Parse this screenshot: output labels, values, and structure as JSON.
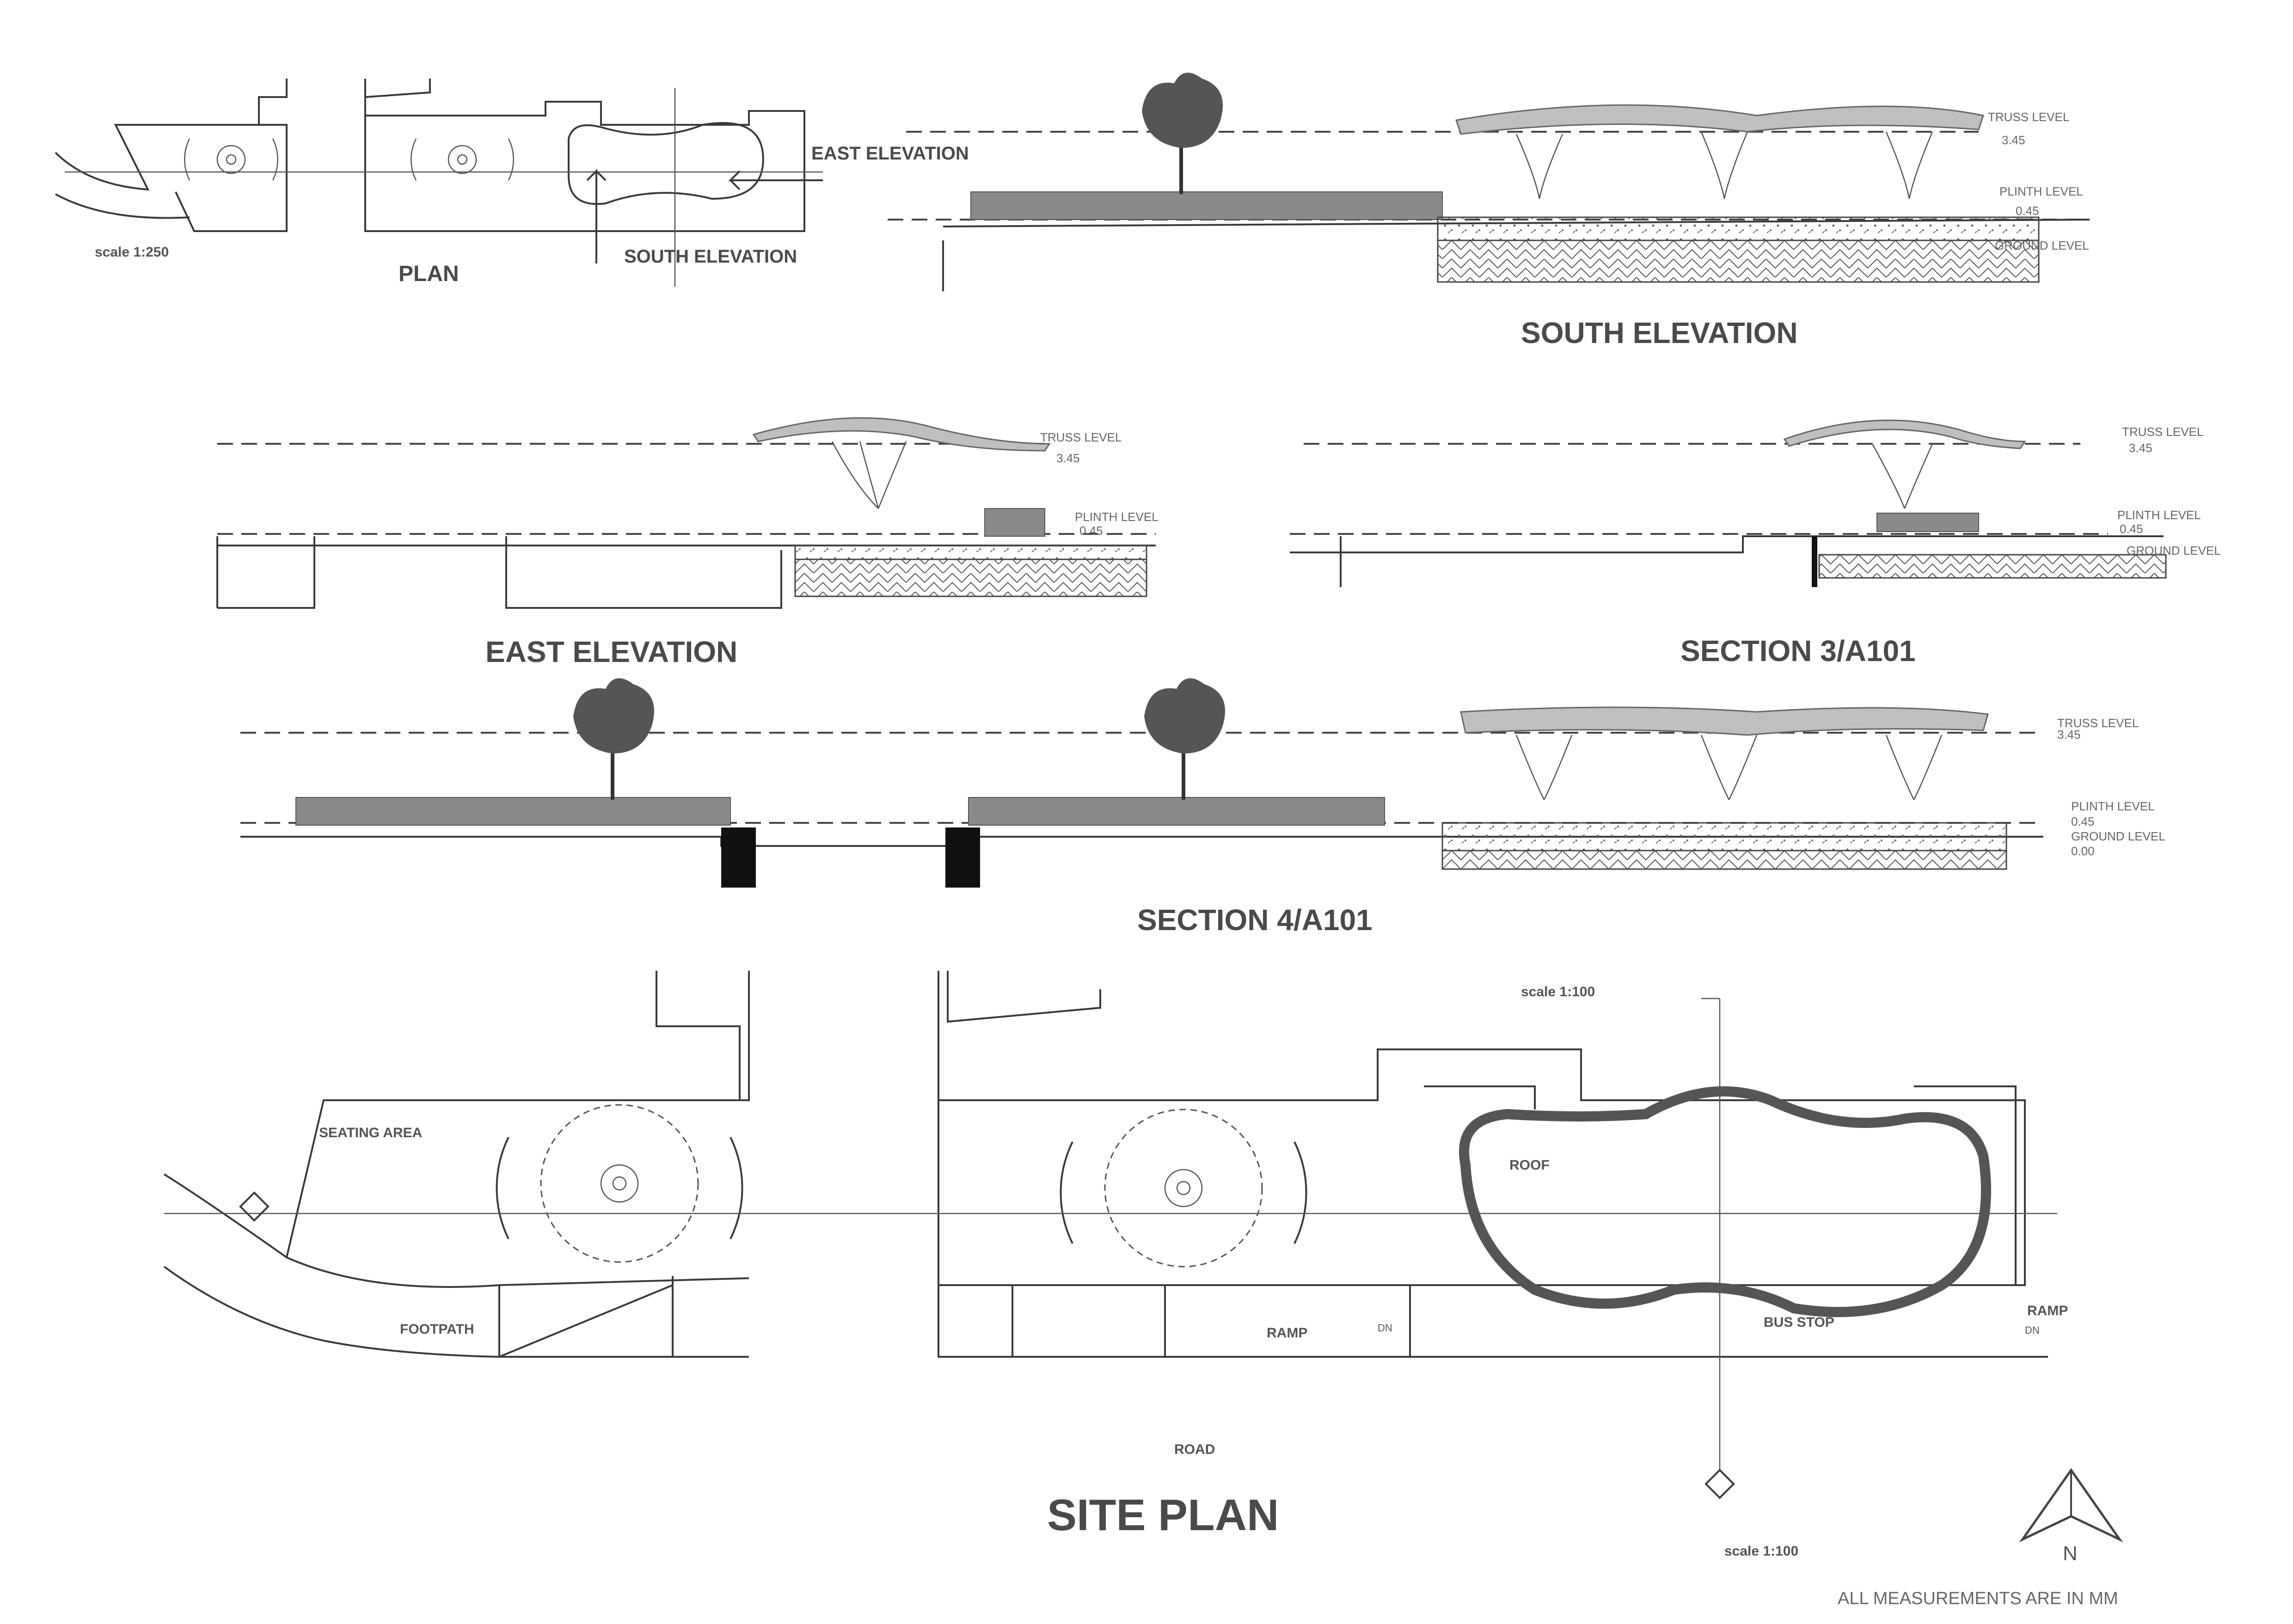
{
  "plan": {
    "title": "PLAN",
    "scale": "scale 1:250",
    "east_label": "EAST ELEVATION",
    "south_label": "SOUTH ELEVATION"
  },
  "south_elevation": {
    "title": "SOUTH ELEVATION",
    "truss_level": "TRUSS LEVEL",
    "truss_value": "3.45",
    "plinth_level": "PLINTH LEVEL",
    "plinth_value": "0.45",
    "ground_level": "GROUND LEVEL"
  },
  "east_elevation": {
    "title": "EAST ELEVATION",
    "truss_level": "TRUSS LEVEL",
    "truss_value": "3.45",
    "plinth_level": "PLINTH LEVEL",
    "plinth_value": "0.45"
  },
  "section3": {
    "title": "SECTION 3/A101",
    "truss_level": "TRUSS LEVEL",
    "truss_value": "3.45",
    "plinth_level": "PLINTH LEVEL",
    "plinth_value": "0.45",
    "ground_level": "GROUND LEVEL"
  },
  "section4": {
    "title": "SECTION 4/A101",
    "truss_level": "TRUSS LEVEL",
    "truss_value": "3.45",
    "plinth_level": "PLINTH LEVEL",
    "plinth_value": "0.45",
    "ground_level": "GROUND LEVEL",
    "ground_value": "0.00"
  },
  "site_plan": {
    "title": "SITE PLAN",
    "scale_top": "scale 1:100",
    "scale_bottom": "scale 1:100",
    "seating_area": "SEATING AREA",
    "footpath": "FOOTPATH",
    "ramp_left": "RAMP",
    "ramp_right": "RAMP",
    "dn": "DN",
    "roof": "ROOF",
    "bus_stop": "BUS STOP",
    "road": "ROAD"
  },
  "north_arrow": {
    "label": "N"
  },
  "note": "ALL MEASUREMENTS ARE IN MM"
}
